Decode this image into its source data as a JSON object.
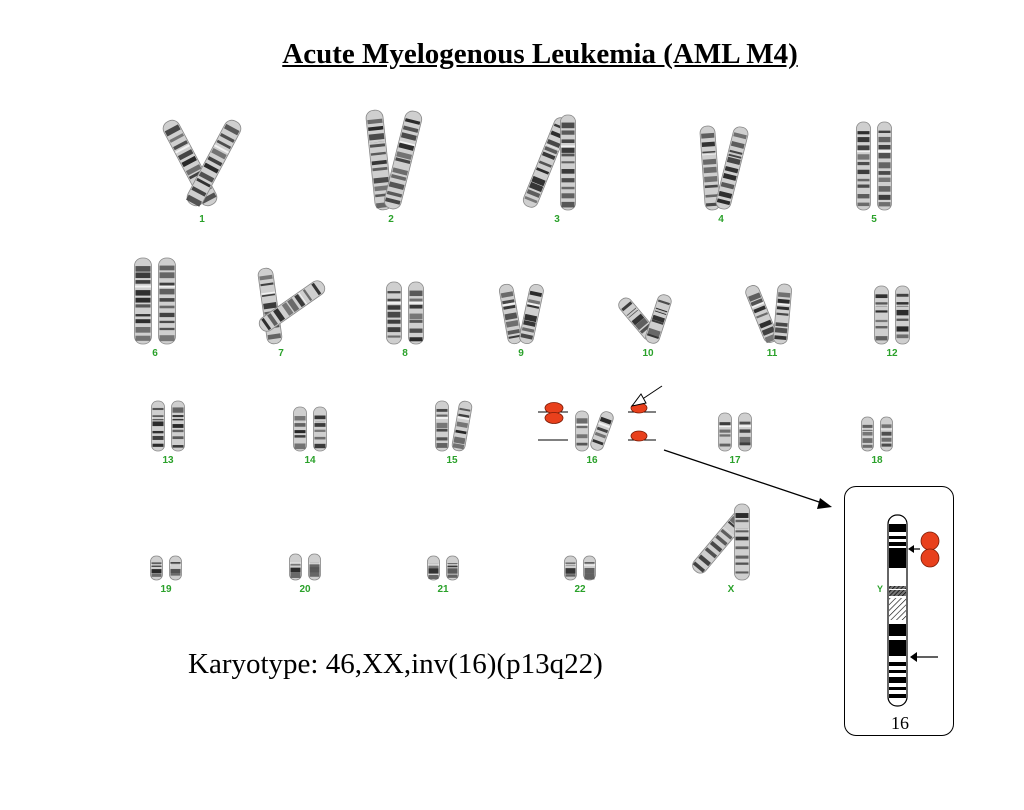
{
  "title": "Acute Myelogenous Leukemia (AML M4)",
  "karyotype_text": "Karyotype:  46,XX,inv(16)(p13q22)",
  "label_color": "#2aa12a",
  "marker_color": "#e8401c",
  "chromosome_labels": [
    "1",
    "2",
    "3",
    "4",
    "5",
    "6",
    "7",
    "8",
    "9",
    "10",
    "11",
    "12",
    "13",
    "14",
    "15",
    "16",
    "17",
    "18",
    "19",
    "20",
    "21",
    "22",
    "X"
  ],
  "ideogram": {
    "label": "16",
    "band_label": "Y"
  }
}
